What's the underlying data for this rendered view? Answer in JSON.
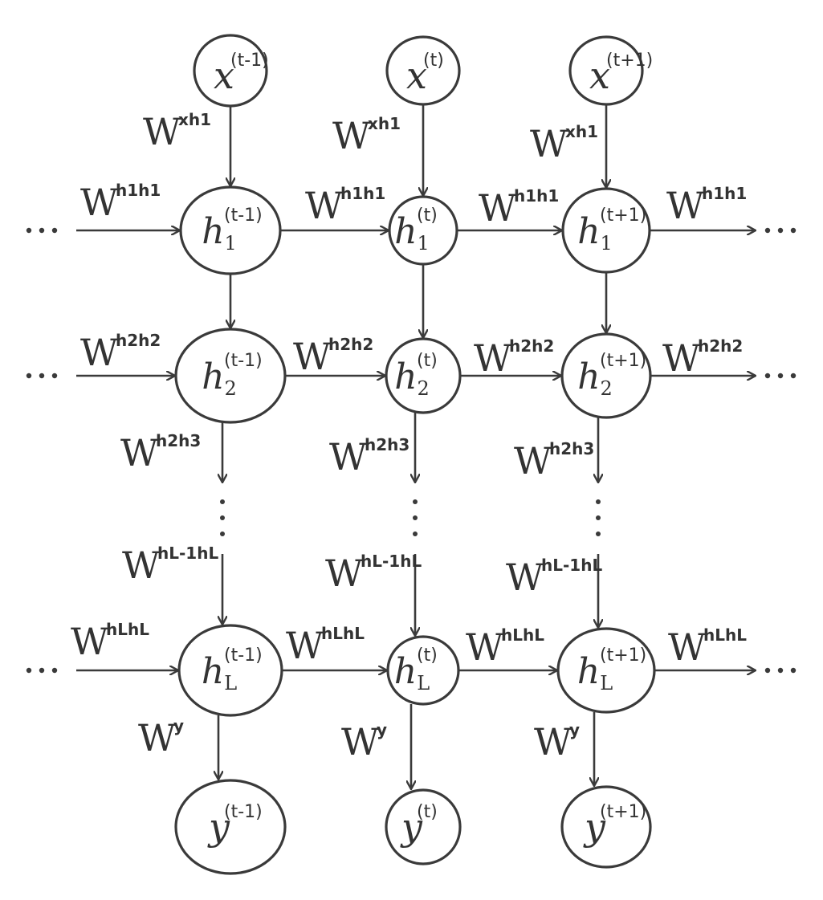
{
  "columns": [
    {
      "id": "prev",
      "time_label": "(t-1)"
    },
    {
      "id": "curr",
      "time_label": "(t)"
    },
    {
      "id": "next",
      "time_label": "(t+1)"
    }
  ],
  "nodes": {
    "input_symbol": "x",
    "output_symbol": "y",
    "hidden_symbol": "h",
    "hidden_layers": [
      {
        "id": "h1",
        "subscript": "1"
      },
      {
        "id": "h2",
        "subscript": "2"
      },
      {
        "id": "hL",
        "subscript": "L"
      }
    ]
  },
  "weights": {
    "symbol": "W",
    "input_to_h1": "xh1",
    "recurrent": [
      "h1h1",
      "h2h2",
      "hLhL"
    ],
    "h2_to_h3": "h2h3",
    "hLminus1_to_hL": "hL-1hL",
    "output": "y"
  },
  "ellipsis": "· · ·",
  "colors": {
    "ink": "#3a3a3a",
    "background": "#ffffff"
  }
}
